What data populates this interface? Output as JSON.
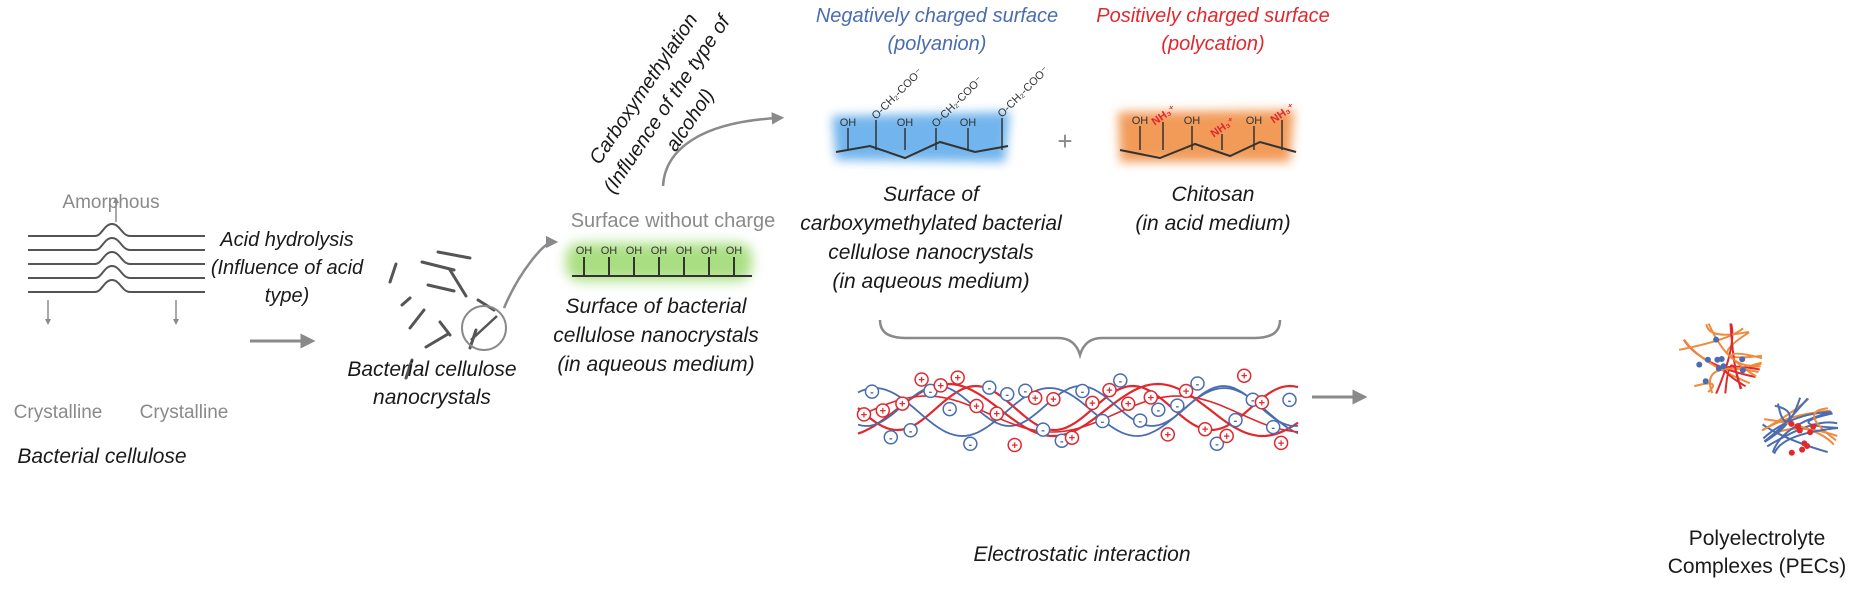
{
  "colors": {
    "gray": "#8a8a8a",
    "text": "#1a1a1a",
    "blue": "#4a6cb0",
    "red": "#e0282d",
    "orange": "#f08a3c",
    "green": "#8ed45a",
    "blue_glow": "#5aa8ea"
  },
  "bacterial_cellulose": {
    "amorphous": "Amorphous",
    "crystalline_left": "Crystalline",
    "crystalline_right": "Crystalline",
    "caption": "Bacterial cellulose"
  },
  "acid_hydrolysis": {
    "line1": "Acid hydrolysis",
    "line2": "(Influence of acid",
    "line3": "type)"
  },
  "nanocrystals": {
    "line1": "Bacterial cellulose",
    "line2": "nanocrystals"
  },
  "surface_uncharged": {
    "header": "Surface without charge",
    "group": "OH",
    "caption1": "Surface of bacterial",
    "caption2": "cellulose nanocrystals",
    "caption3": "(in aqueous medium)"
  },
  "carboxymethylation": {
    "line1": "Carboxymethylation",
    "line2": "(Influence of the type of",
    "line3": "alcohol)"
  },
  "negative_surface": {
    "header1": "Negatively charged surface",
    "header2": "(polyanion)",
    "oh": "OH",
    "group": "O-CH₂-COO⁻",
    "caption1": "Surface of",
    "caption2": "carboxymethylated bacterial",
    "caption3": "cellulose nanocrystals",
    "caption4": "(in aqueous medium)"
  },
  "plus_sign": "+",
  "positive_surface": {
    "header1": "Positively charged surface",
    "header2": "(polycation)",
    "oh": "OH",
    "group": "NH₃⁺",
    "caption1": "Chitosan",
    "caption2": "(in acid medium)"
  },
  "interaction": {
    "plus": "+",
    "minus": "-",
    "caption": "Electrostatic interaction"
  },
  "pecs": {
    "line1": "Polyelectrolyte",
    "line2": "Complexes (PECs)"
  }
}
